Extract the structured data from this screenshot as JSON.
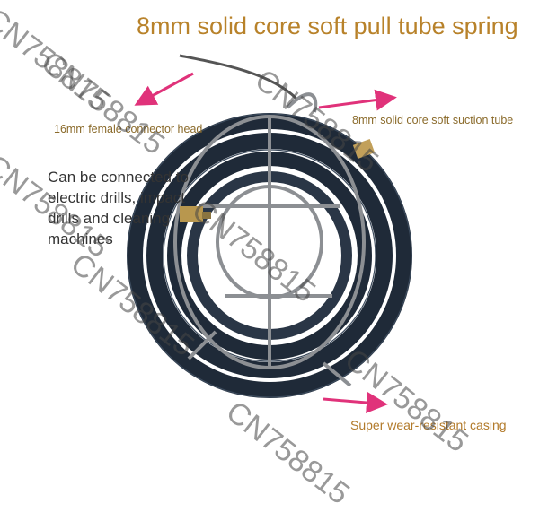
{
  "title": "8mm solid core soft pull tube spring",
  "labels": {
    "connector": "16mm female connector head",
    "suction": "8mm solid core soft suction tube",
    "casing": "Super wear-resistant casing"
  },
  "description": "Can be connected to electric drills, impact drills and cleaning machines",
  "watermark": "CN758815",
  "colors": {
    "title": "#b8822a",
    "arrow": "#e0327a",
    "hose": "#1f2a38",
    "cage": "#8c8f93"
  }
}
